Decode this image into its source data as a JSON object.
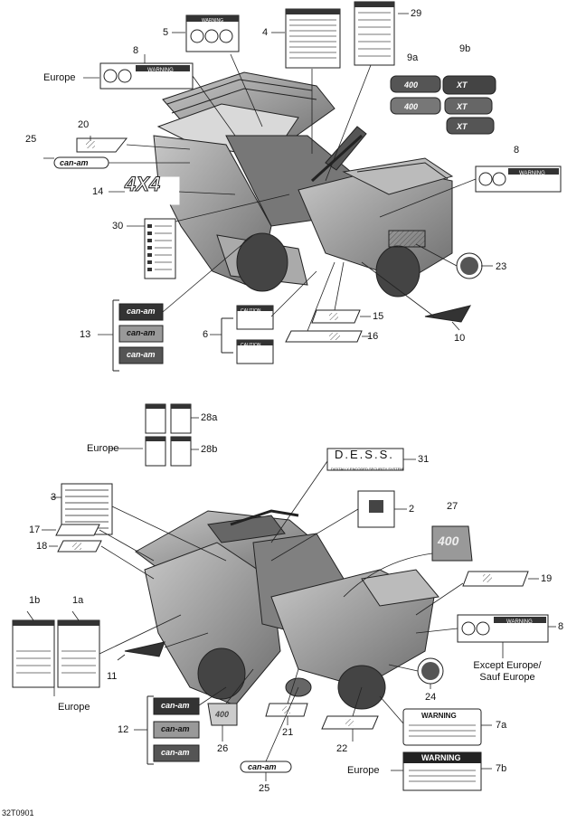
{
  "callouts": {
    "c1a": "1a",
    "c1b": "1b",
    "c2": "2",
    "c3": "3",
    "c4": "4",
    "c5": "5",
    "c6": "6",
    "c7a": "7a",
    "c7b": "7b",
    "c8_top": "8",
    "c8_mid": "8",
    "c8_bot": "8",
    "c9a": "9a",
    "c9b": "9b",
    "c10": "10",
    "c11": "11",
    "c12": "12",
    "c13": "13",
    "c14": "14",
    "c15": "15",
    "c16": "16",
    "c17": "17",
    "c18": "18",
    "c19": "19",
    "c20": "20",
    "c21": "21",
    "c22": "22",
    "c23": "23",
    "c24": "24",
    "c25_top": "25",
    "c25_bot": "25",
    "c26": "26",
    "c27": "27",
    "c28a": "28a",
    "c28b": "28b",
    "c29": "29",
    "c30": "30",
    "c31": "31"
  },
  "region_notes": {
    "europe_top": "Europe",
    "europe_28b": "Europe",
    "europe_1": "Europe",
    "europe_7b": "Europe",
    "except_europe_line1": "Except Europe/",
    "except_europe_line2": "Sauf Europe"
  },
  "decal_text": {
    "warning": "WARNING",
    "caution": "CAUTION",
    "brand": "can-am",
    "model_400": "400",
    "xt": "XT",
    "four_by_four": "4X4",
    "dess": "D.E.S.S.",
    "dess_sub": "DIGITALLY ENCODED SECURITY SYSTEM"
  },
  "figure_code": "32T0901",
  "colors": {
    "line": "#222222",
    "decal_dark": "#333333",
    "body_grey": "#9a9a9a"
  }
}
